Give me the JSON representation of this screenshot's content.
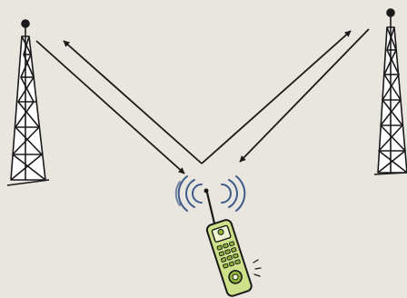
{
  "diagram": {
    "background": "#e8e6de",
    "ink": "#1a1a1a",
    "tower_fill": "#ffffff",
    "phone_body": "#cfe08a",
    "phone_accent": "#8fb23a",
    "phone_screen": "#eef3d2",
    "wave_color": "#3f5a8a",
    "nodes": [
      {
        "id": "tower-left",
        "icon": "cell-tower-icon"
      },
      {
        "id": "tower-right",
        "icon": "cell-tower-icon"
      },
      {
        "id": "handset",
        "icon": "mobile-phone-icon"
      }
    ],
    "links": [
      {
        "from": "tower-left",
        "to": "handset",
        "direction": "downlink"
      },
      {
        "from": "handset",
        "to": "tower-left",
        "direction": "uplink"
      },
      {
        "from": "handset",
        "to": "tower-right",
        "direction": "uplink"
      },
      {
        "from": "tower-right",
        "to": "handset",
        "direction": "downlink"
      }
    ]
  }
}
